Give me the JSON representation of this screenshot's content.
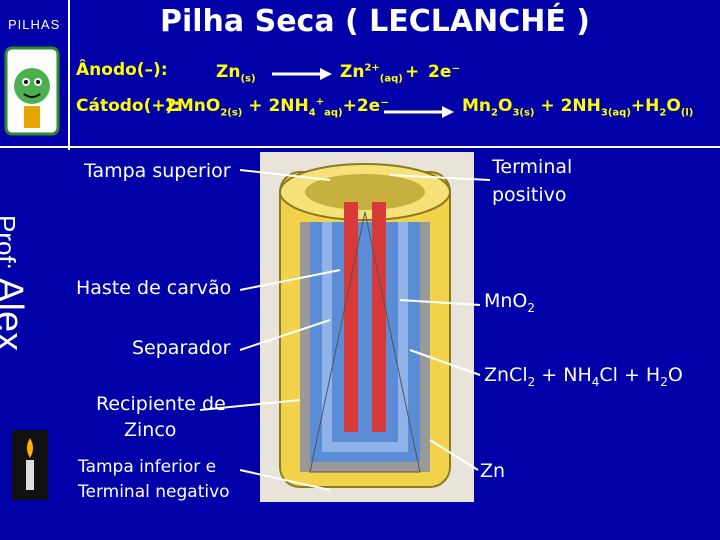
{
  "header": {
    "section": "PILHAS",
    "title": "Pilha Seca ( LECLANCHÉ )"
  },
  "anode": {
    "label": "Ânodo(–):",
    "reactant": "Zn",
    "reactant_state": "(s)",
    "product": "Zn",
    "product_charge": "2+",
    "product_state": "(aq)",
    "plus": "+",
    "electrons": "2e⁻"
  },
  "cathode": {
    "label": "Cátodo(+):",
    "lhs": "2MnO2(s) + 2NH4+(aq)+2e⁻",
    "rhs": "Mn2O3(s) + 2NH3(aq)+H2O(l)"
  },
  "author": {
    "prefix": "Prof:",
    "name": "Alex"
  },
  "labels": {
    "tampa_superior": "Tampa superior",
    "terminal_positivo_1": "Terminal",
    "terminal_positivo_2": "positivo",
    "haste": "Haste de carvão",
    "mno2": "MnO",
    "mno2_sub": "2",
    "separador": "Separador",
    "zncl2": "ZnCl",
    "zncl2_sub": "2",
    "zncl2_rest1": " + NH",
    "nh4_sub": "4",
    "zncl2_rest2": "Cl + H",
    "h2o_sub": "2",
    "zncl2_rest3": "O",
    "recipiente_1": "Recipiente de",
    "recipiente_2": "Zinco",
    "tampa_inferior_1": "Tampa inferior e",
    "tampa_inferior_2": "Terminal negativo",
    "zn": "Zn"
  },
  "colors": {
    "background": "#0000A8",
    "equation": "#FFFF00",
    "zinc_case": "#F2D24A",
    "mno2": "#5B8DD6",
    "carbon_rod": "#D83A3A"
  }
}
